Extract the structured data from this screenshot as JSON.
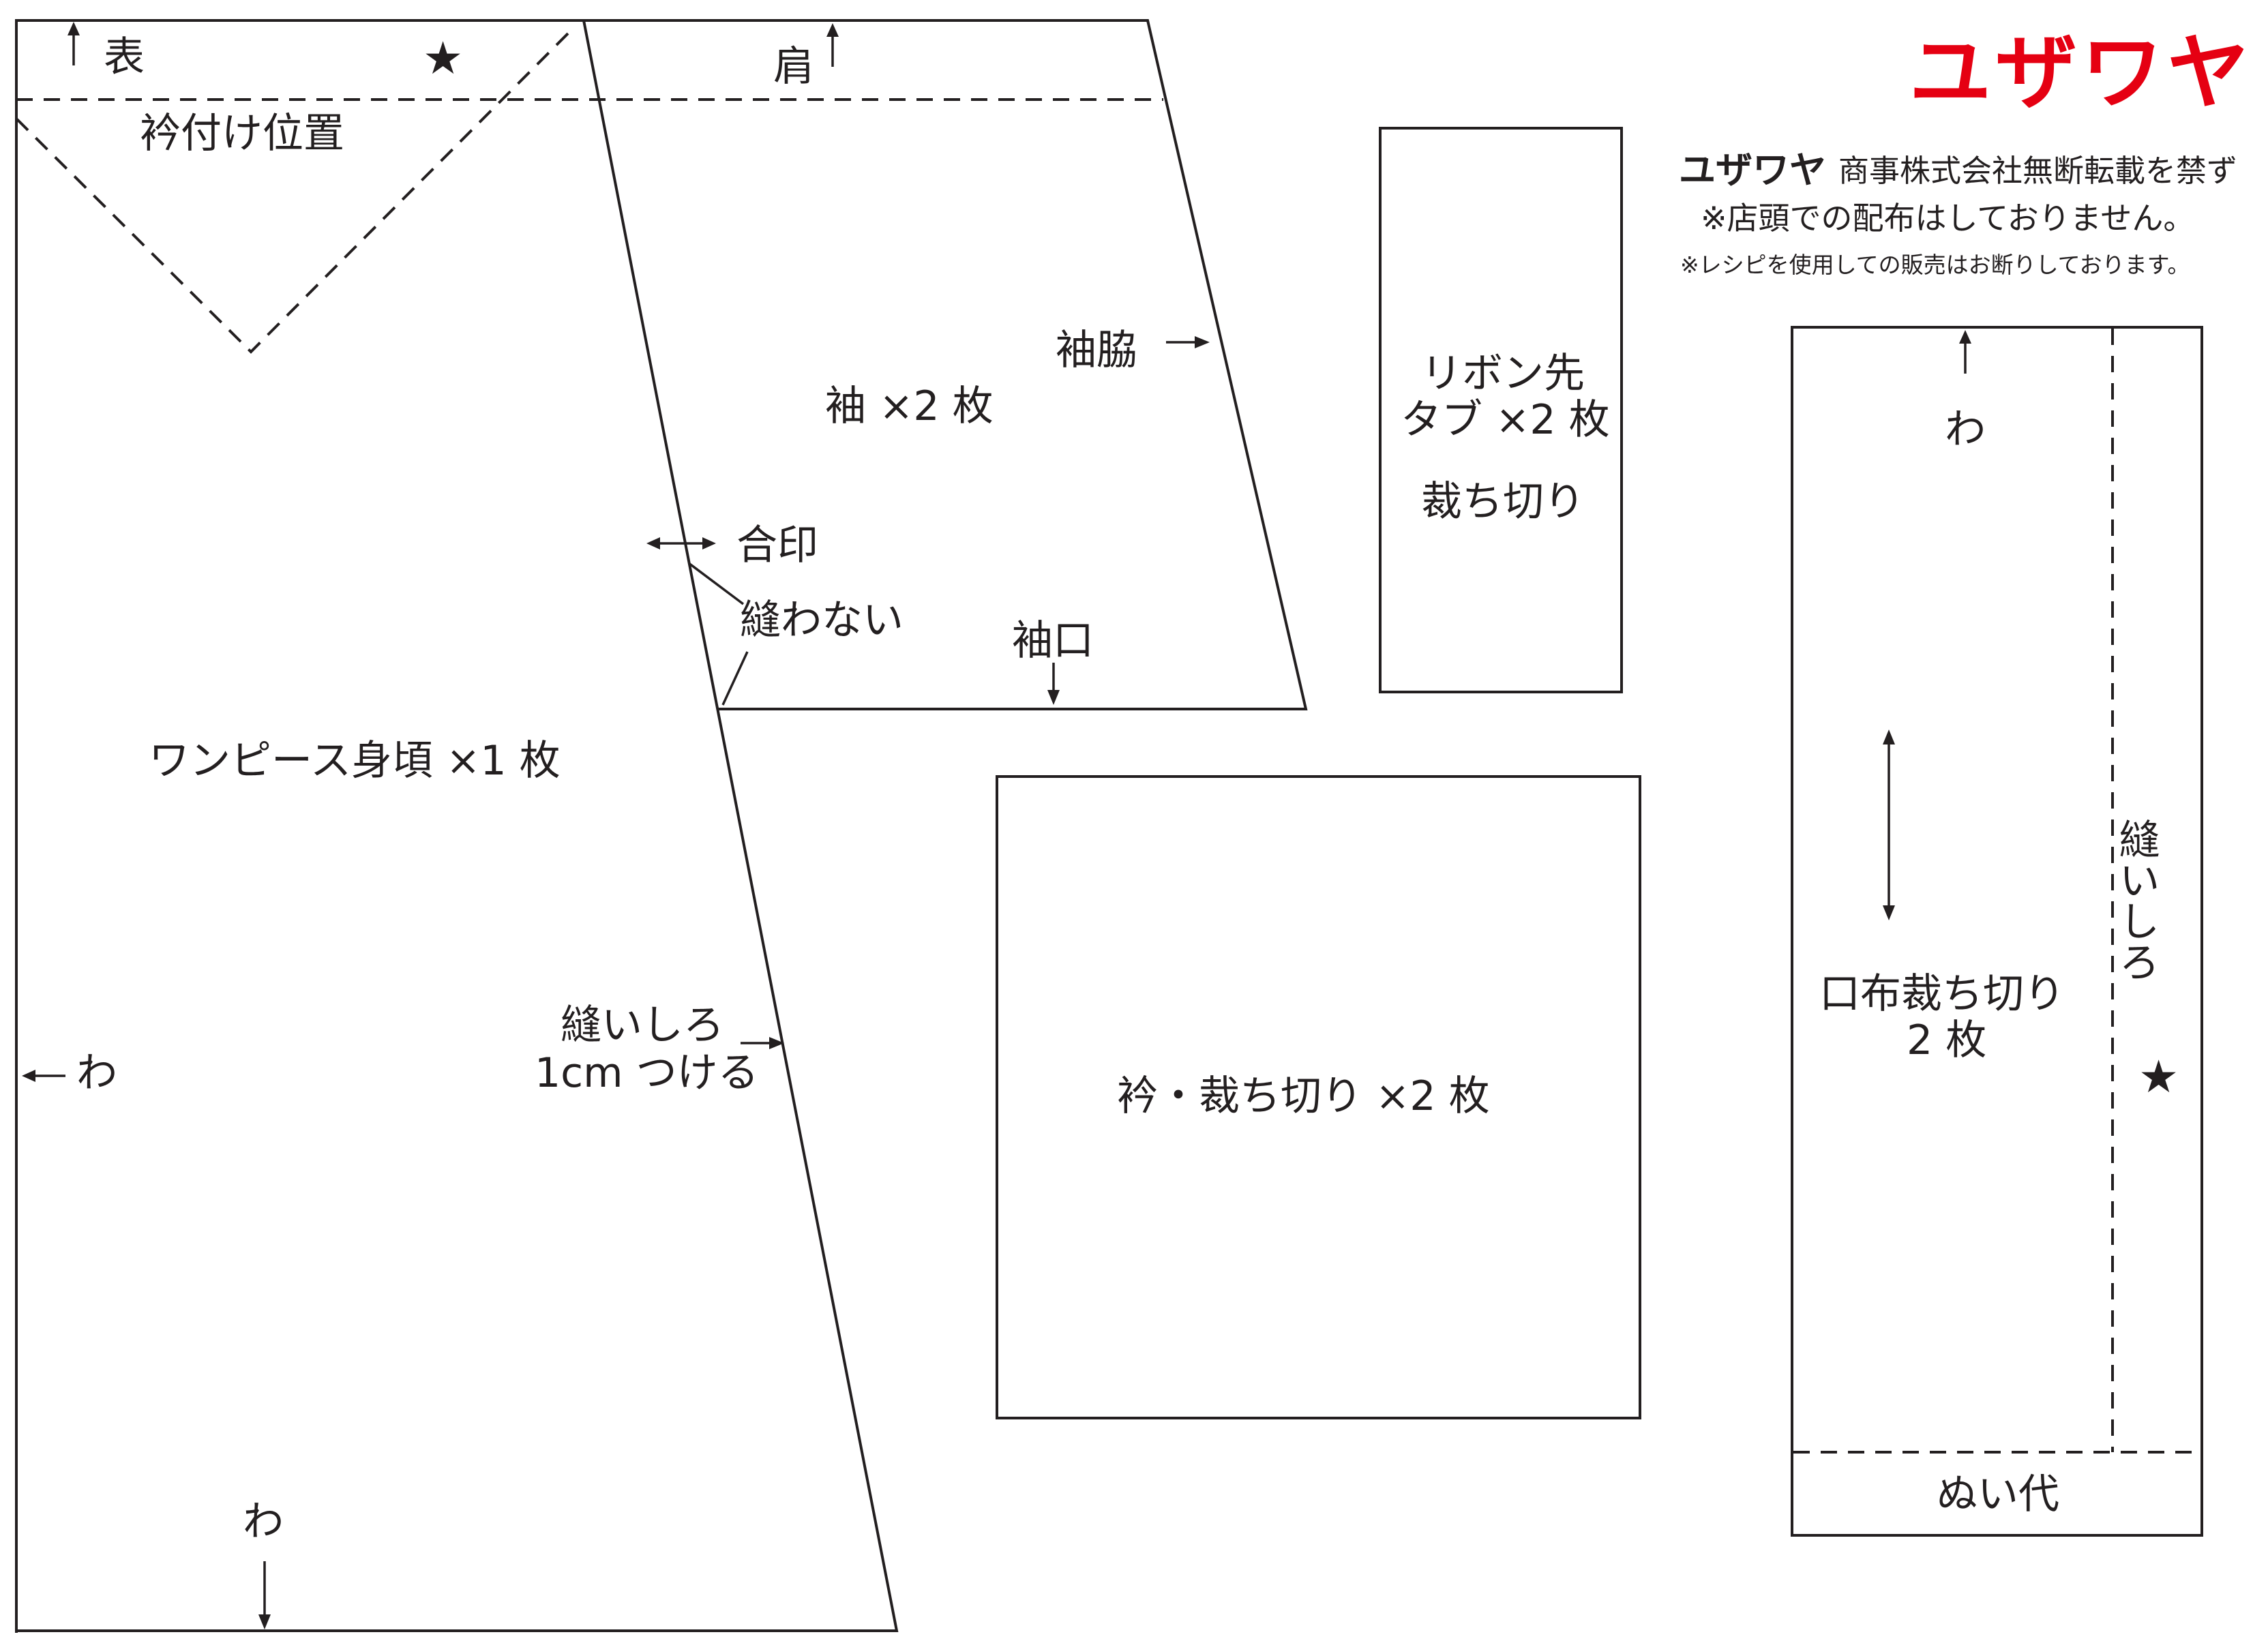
{
  "brand": {
    "logo": "ユザワヤ",
    "notice_brand": "ユザワヤ",
    "notice_line1": "商事株式会社無断転載を禁ず",
    "notice_line2": "※店頭での配布はしておりません。",
    "notice_line3": "※レシピを使用しての販売はお断りしております。"
  },
  "body_piece": {
    "omote": "表",
    "star": "★",
    "collar_position": "衿付け位置",
    "title": "ワンピース身頃 ×1 枚",
    "fold_side": "わ",
    "fold_bottom": "わ",
    "seam_line1": "縫いしろ",
    "seam_line2": "1cm つける"
  },
  "sleeve_piece": {
    "shoulder": "肩",
    "underarm": "袖脇",
    "title": "袖 ×2 枚",
    "notch": "合印",
    "no_sew": "縫わない",
    "cuff": "袖口"
  },
  "ribbon_piece": {
    "line1": "リボン先",
    "line2": "タブ ×2 枚",
    "line3": "裁ち切り"
  },
  "collar_piece": {
    "title": "衿・裁ち切り ×2 枚"
  },
  "pocket_piece": {
    "fold": "わ",
    "title_line1": "口布裁ち切り",
    "title_line2": "2 枚",
    "seam_vertical": "縫いしろ",
    "star": "★",
    "seam_allowance": "ぬい代"
  }
}
